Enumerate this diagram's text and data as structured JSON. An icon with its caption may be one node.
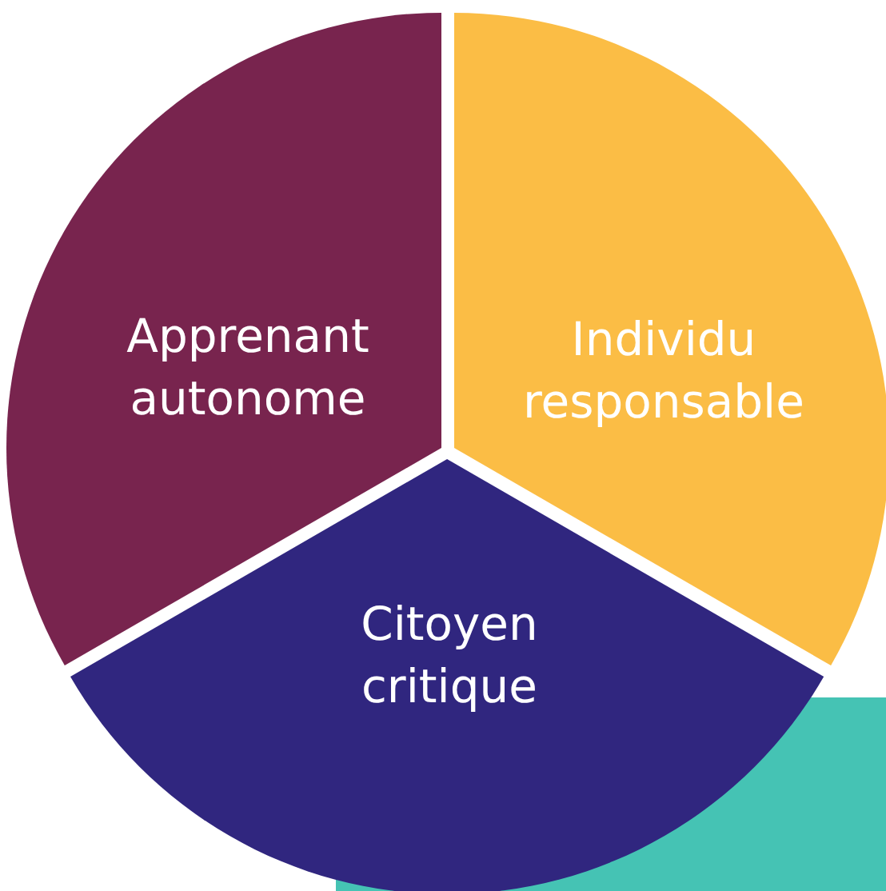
{
  "diagram": {
    "nodes": [
      {
        "text": [
          "Apprenant autonome"
        ]
      },
      {
        "text": [
          "Individu responsable"
        ]
      },
      {
        "text": [
          "Citoyen critique"
        ]
      }
    ]
  }
}
